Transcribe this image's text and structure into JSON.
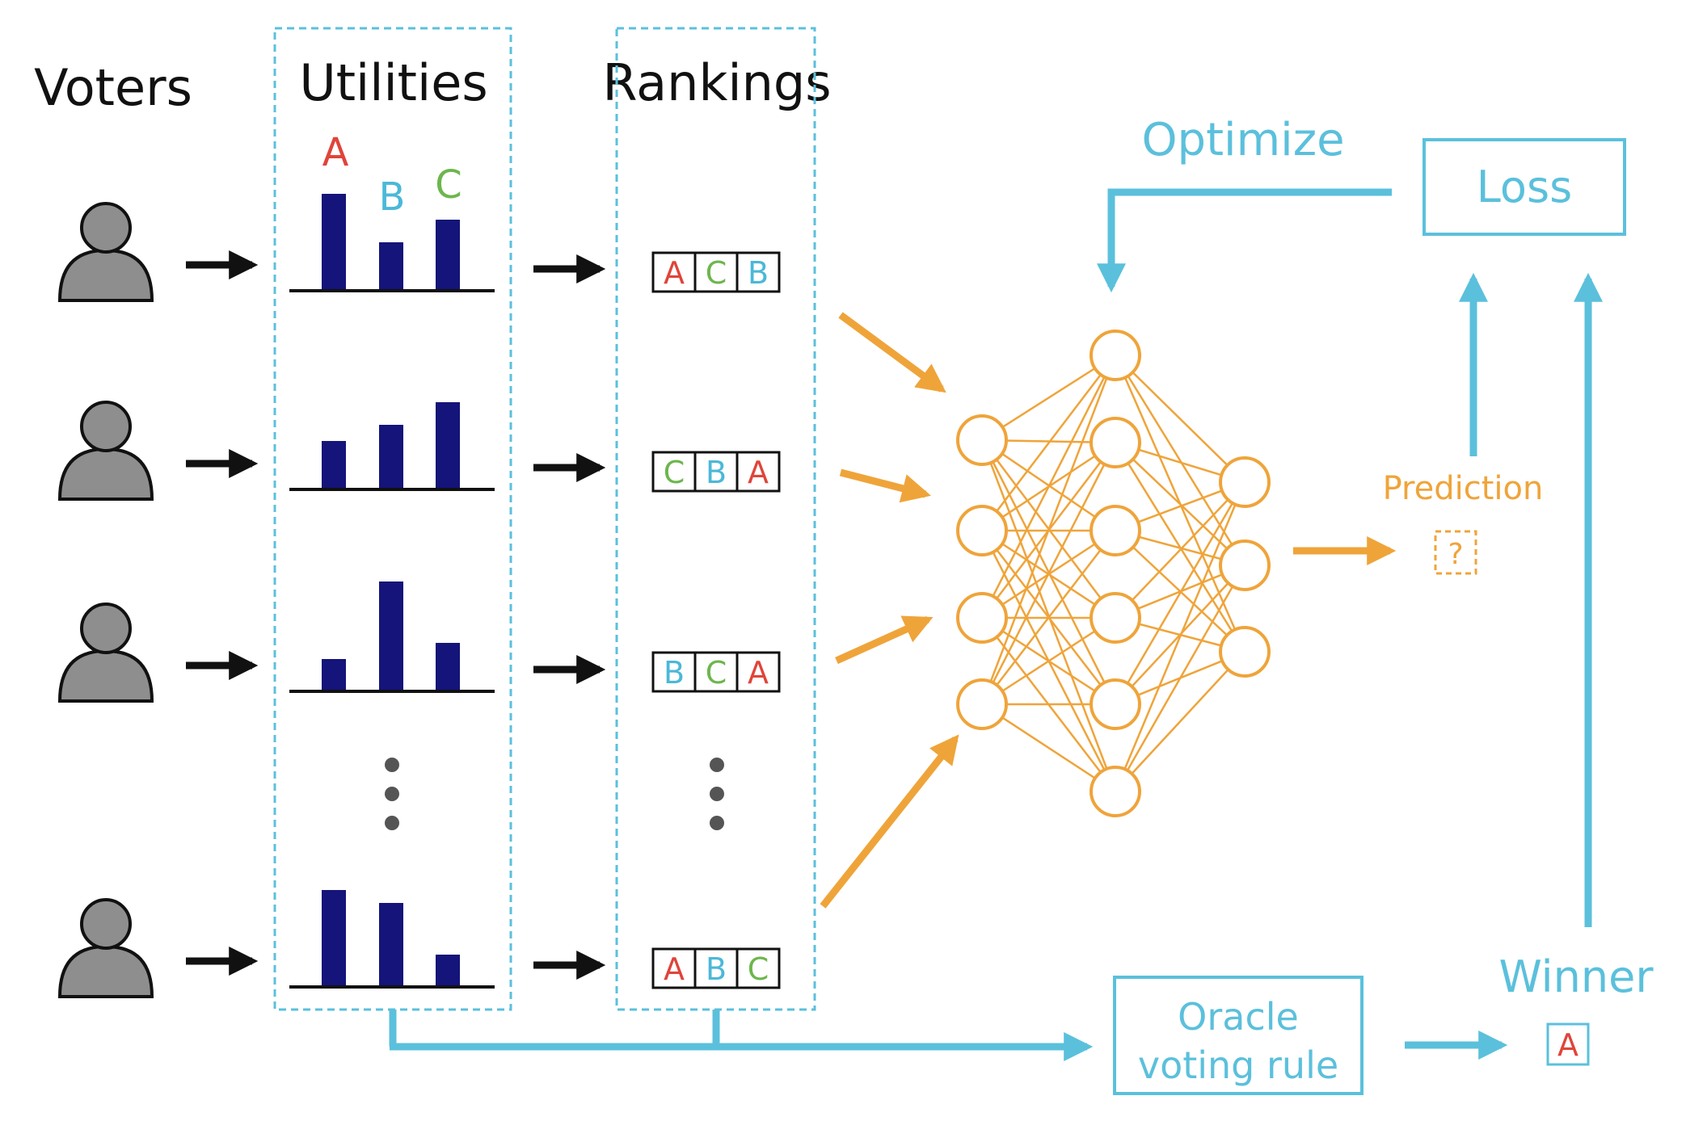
{
  "headers": {
    "voters": "Voters",
    "utilities": "Utilities",
    "rankings": "Rankings"
  },
  "candidate_labels": {
    "a": "A",
    "b": "B",
    "c": "C"
  },
  "utility_charts": [
    {
      "values": [
        3.0,
        1.5,
        2.2
      ]
    },
    {
      "values": [
        1.5,
        2.0,
        2.7
      ]
    },
    {
      "values": [
        1.0,
        3.4,
        1.5
      ]
    },
    {
      "values": [
        3.0,
        2.6,
        1.0
      ]
    }
  ],
  "rankings": [
    [
      "A",
      "C",
      "B"
    ],
    [
      "C",
      "B",
      "A"
    ],
    [
      "B",
      "C",
      "A"
    ],
    [
      "A",
      "B",
      "C"
    ]
  ],
  "network": {
    "layers": [
      4,
      6,
      3
    ]
  },
  "optimize_label": "Optimize",
  "loss_label": "Loss",
  "prediction_label": "Prediction",
  "prediction_value": "?",
  "oracle_label_line1": "Oracle",
  "oracle_label_line2": "voting rule",
  "winner_label": "Winner",
  "winner_value": "A",
  "colors": {
    "a": "#e0443a",
    "b": "#4bb8d8",
    "c": "#6db64d",
    "bar": "#14147a",
    "cyan": "#5bc0dc",
    "orange": "#efa43a",
    "voter_gray": "#8e8e8e",
    "text": "#111111"
  }
}
